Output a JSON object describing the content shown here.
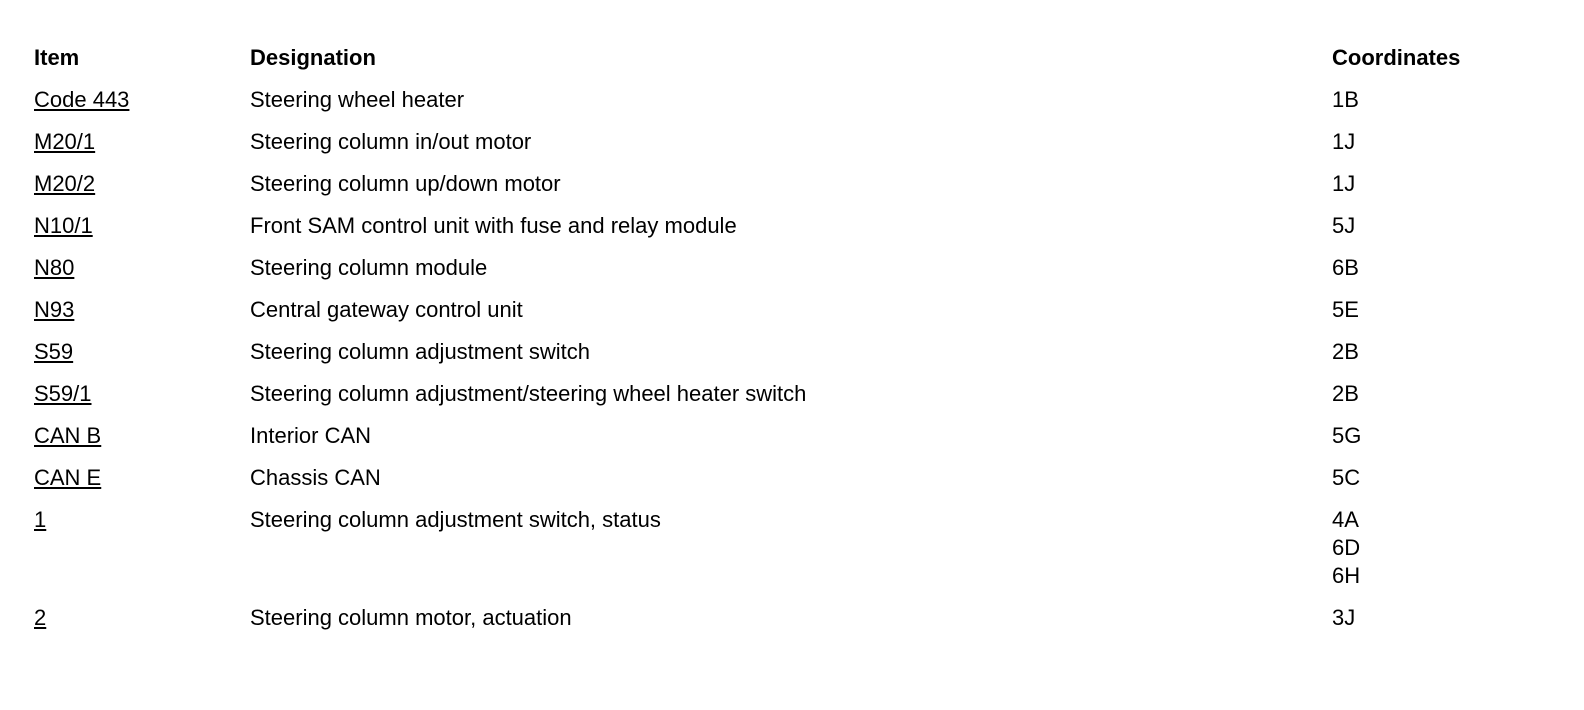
{
  "headers": {
    "item": "Item",
    "designation": "Designation",
    "coordinates": "Coordinates"
  },
  "rows": [
    {
      "item": "Code 443",
      "designation": "Steering wheel heater",
      "coordinates": [
        "1B"
      ]
    },
    {
      "item": "M20/1",
      "designation": "Steering column in/out motor",
      "coordinates": [
        "1J"
      ]
    },
    {
      "item": "M20/2",
      "designation": "Steering column up/down motor",
      "coordinates": [
        "1J"
      ]
    },
    {
      "item": "N10/1",
      "designation": "Front SAM control unit with fuse and relay module",
      "coordinates": [
        "5J"
      ]
    },
    {
      "item": "N80",
      "designation": "Steering column module",
      "coordinates": [
        "6B"
      ]
    },
    {
      "item": "N93",
      "designation": "Central gateway control unit",
      "coordinates": [
        "5E"
      ]
    },
    {
      "item": "S59",
      "designation": "Steering column adjustment switch",
      "coordinates": [
        "2B"
      ]
    },
    {
      "item": "S59/1",
      "designation": "Steering column adjustment/steering wheel heater switch",
      "coordinates": [
        "2B"
      ]
    },
    {
      "item": "CAN B",
      "designation": "Interior CAN",
      "coordinates": [
        "5G"
      ]
    },
    {
      "item": "CAN E",
      "designation": "Chassis CAN",
      "coordinates": [
        "5C"
      ]
    },
    {
      "item": "1",
      "designation": "Steering column adjustment switch, status",
      "coordinates": [
        "4A",
        "6D",
        "6H"
      ]
    },
    {
      "item": "2",
      "designation": "Steering column motor, actuation",
      "coordinates": [
        "3J"
      ]
    }
  ]
}
